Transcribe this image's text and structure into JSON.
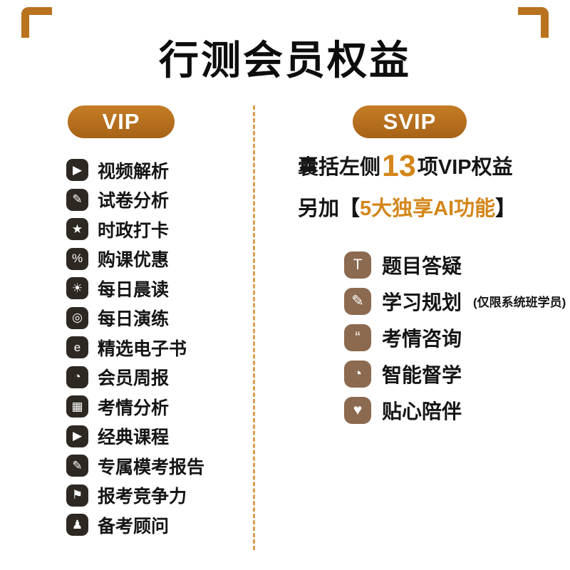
{
  "page": {
    "title": "行测会员权益"
  },
  "theme": {
    "accent": "#b9721e",
    "highlight": "#d4861a",
    "divider": "#dc9e4f",
    "dark_icon_bg": "#2e2823",
    "brown_icon_bg": "#8c6a50"
  },
  "vip": {
    "badge_label": "VIP",
    "items": [
      {
        "icon": "video-play-icon",
        "glyph": "▶",
        "label": "视频解析"
      },
      {
        "icon": "paper-pen-icon",
        "glyph": "✎",
        "label": "试卷分析"
      },
      {
        "icon": "calendar-star-icon",
        "glyph": "★",
        "label": "时政打卡"
      },
      {
        "icon": "percent-discount-icon",
        "glyph": "%",
        "label": "购课优惠"
      },
      {
        "icon": "sunrise-icon",
        "glyph": "☀",
        "label": "每日晨读"
      },
      {
        "icon": "target-practice-icon",
        "glyph": "◎",
        "label": "每日演练"
      },
      {
        "icon": "ebook-icon",
        "glyph": "e",
        "label": "精选电子书"
      },
      {
        "icon": "weekly-report-icon",
        "glyph": "◔",
        "label": "会员周报"
      },
      {
        "icon": "bar-chart-icon",
        "glyph": "▦",
        "label": "考情分析"
      },
      {
        "icon": "course-play-icon",
        "glyph": "▶",
        "label": "经典课程"
      },
      {
        "icon": "exam-report-icon",
        "glyph": "✎",
        "label": "专属模考报告"
      },
      {
        "icon": "competition-flag-icon",
        "glyph": "⚑",
        "label": "报考竞争力"
      },
      {
        "icon": "advisor-person-icon",
        "glyph": "♟",
        "label": "备考顾问"
      }
    ]
  },
  "svip": {
    "badge_label": "SVIP",
    "line1": {
      "prefix": "囊括左侧",
      "number": "13",
      "mid": "项",
      "suffix": "VIP权益"
    },
    "line2": {
      "prefix": "另加【",
      "highlight": "5大独享AI功能",
      "suffix": "】"
    },
    "items": [
      {
        "icon": "question-answer-icon",
        "glyph": "T",
        "label": "题目答疑",
        "note": ""
      },
      {
        "icon": "study-plan-icon",
        "glyph": "✎",
        "label": "学习规划",
        "note": "(仅限系统班学员)"
      },
      {
        "icon": "chat-consult-icon",
        "glyph": "“",
        "label": "考情咨询",
        "note": ""
      },
      {
        "icon": "smart-clock-icon",
        "glyph": "◔",
        "label": "智能督学",
        "note": ""
      },
      {
        "icon": "heart-chat-icon",
        "glyph": "♥",
        "label": "贴心陪伴",
        "note": ""
      }
    ]
  }
}
